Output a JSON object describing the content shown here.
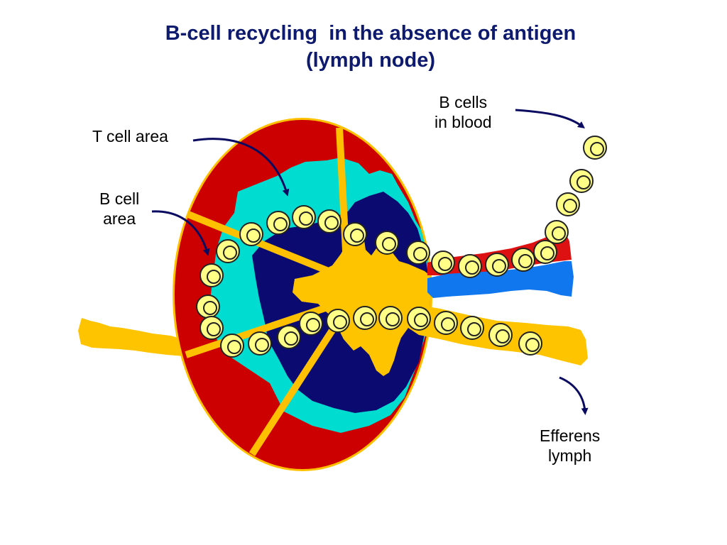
{
  "title": {
    "line1": "B-cell recycling  in the absence of antigen",
    "line2": "(lymph node)"
  },
  "labels": {
    "t_cell_area": "T cell area",
    "b_cell_area": "B cell\narea",
    "b_cells_blood": "B cells\nin blood",
    "efferens_lymph": "Efferens\nlymph"
  },
  "colors": {
    "title": "#0d1a6e",
    "capsule_border": "#ffc000",
    "outer_cortex": "#cc0000",
    "b_cell_zone": "#00ddd0",
    "t_cell_zone": "#0a0a70",
    "medulla": "#ffc400",
    "blood_vessel_red": "#dd1111",
    "blood_vessel_blue": "#1177ee",
    "b_cell_fill": "#ffff88",
    "b_cell_outline": "#222222",
    "arrow": "#0a0a60"
  },
  "icons": {
    "b_cell": "double-circle-cell-icon",
    "arrow": "curved-arrow-icon"
  }
}
